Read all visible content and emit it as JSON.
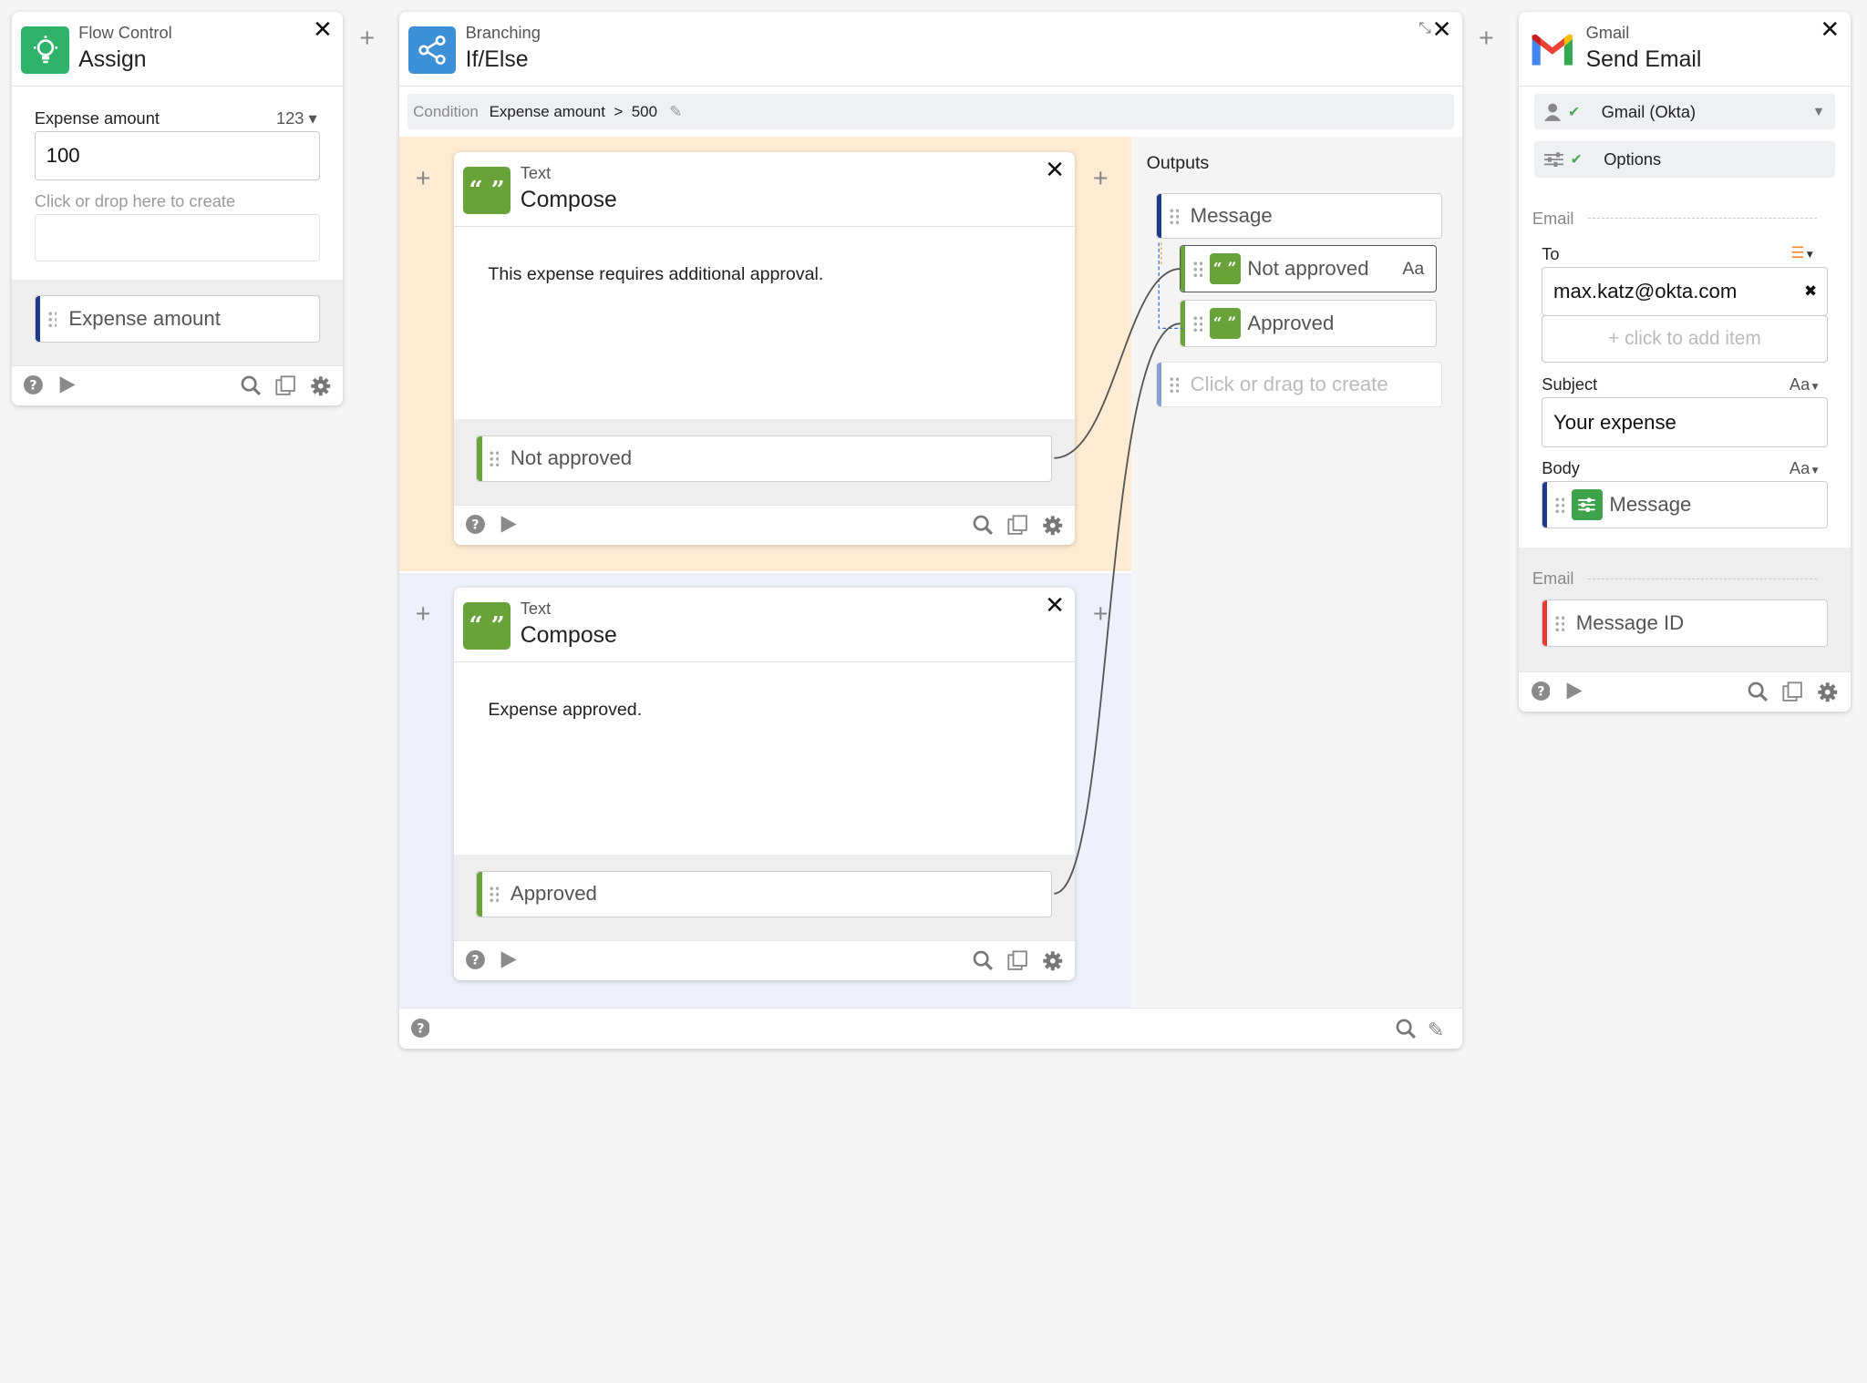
{
  "assign_card": {
    "subtitle": "Flow Control",
    "title": "Assign",
    "field_label": "Expense amount",
    "field_type": "123",
    "field_value": "100",
    "drop_hint": "Click or drop here to create",
    "output_label": "Expense amount"
  },
  "ifelse_card": {
    "subtitle": "Branching",
    "title": "If/Else",
    "condition_label": "Condition",
    "condition_value": "Expense amount  >  500",
    "outputs_title": "Outputs",
    "outputs": [
      {
        "label": "Message"
      },
      {
        "label": "Not approved",
        "type": "Aa"
      },
      {
        "label": "Approved"
      },
      {
        "label": "Click or drag to create"
      }
    ]
  },
  "compose_1": {
    "subtitle": "Text",
    "title": "Compose",
    "body": "This expense requires additional approval.",
    "output_label": "Not approved"
  },
  "compose_2": {
    "subtitle": "Text",
    "title": "Compose",
    "body": "Expense approved.",
    "output_label": "Approved"
  },
  "gmail_card": {
    "subtitle": "Gmail",
    "title": "Send Email",
    "connection": "Gmail (Okta)",
    "options": "Options",
    "email_section": "Email",
    "to_label": "To",
    "to_value": "max.katz@okta.com",
    "add_item": "+ click to add item",
    "subject_label": "Subject",
    "subject_type": "Aa",
    "subject_value": "Your expense",
    "body_label": "Body",
    "body_type": "Aa",
    "body_value": "Message",
    "output_section": "Email",
    "output_label": "Message ID"
  },
  "colors": {
    "accent_green": "#6aa23a",
    "navy_bar": "#1f3a8a",
    "red_bar": "#e53935",
    "branch_orange_bg": "#fdebd3",
    "branch_blue_bg": "#eef1fa",
    "ifelse_icon": "#3d8fd6",
    "assign_icon": "#2fb36b"
  }
}
